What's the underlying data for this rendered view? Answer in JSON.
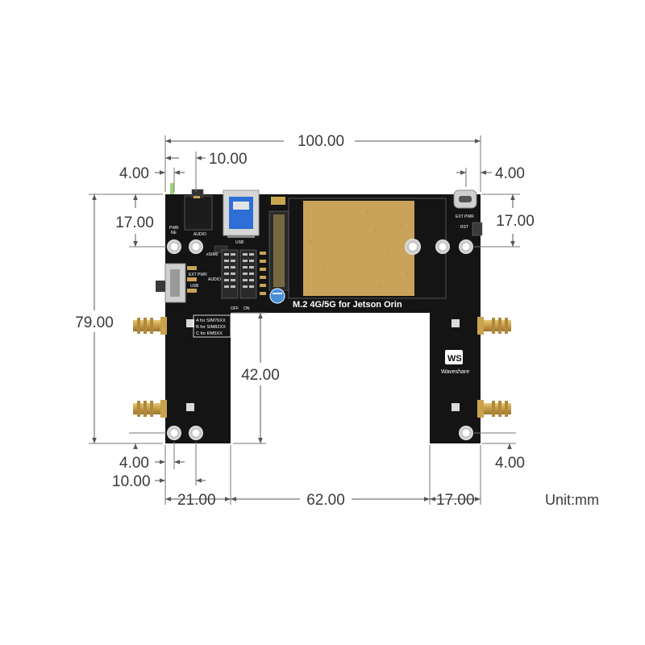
{
  "dimensions": {
    "overall_width": "100.00",
    "left_hole_offset_x": "4.00",
    "audio_offset_x": "10.00",
    "right_hole_offset_x": "4.00",
    "left_top_offset_y": "17.00",
    "right_top_offset_y": "17.00",
    "overall_height": "79.00",
    "inner_height": "42.00",
    "bottom_hole_left_4": "4.00",
    "bottom_hole_left_10": "10.00",
    "bottom_hole_right_4": "4.00",
    "left_arm_width": "21.00",
    "gap_width": "62.00",
    "right_arm_width": "17.00"
  },
  "unit": "Unit:mm",
  "board": {
    "title": "M.2 4G/5G for Jetson Orin",
    "label_pwr": "PWR",
    "label_ne": "NE",
    "label_audio_top": "AUDIO",
    "label_usb_top": "USB",
    "label_esim": "eSIM0",
    "label_ext_pwr": "EXT PWR",
    "label_usb_mid": "USB",
    "label_audio_mid": "AUDIO",
    "label_off": "OFF",
    "label_on": "ON",
    "sim_a": "A for SIM76XX",
    "sim_b": "B for SIM82XX",
    "sim_c": "C for RM5XX",
    "label_ext_pwr_right": "EXT PWR",
    "label_rst": "RST",
    "brand_logo": "WS",
    "brand": "Waveshare"
  },
  "colors": {
    "pcb": "#141414",
    "module": "#c9a35a",
    "gold": "#caa24b",
    "silver": "#c8c8c8"
  }
}
